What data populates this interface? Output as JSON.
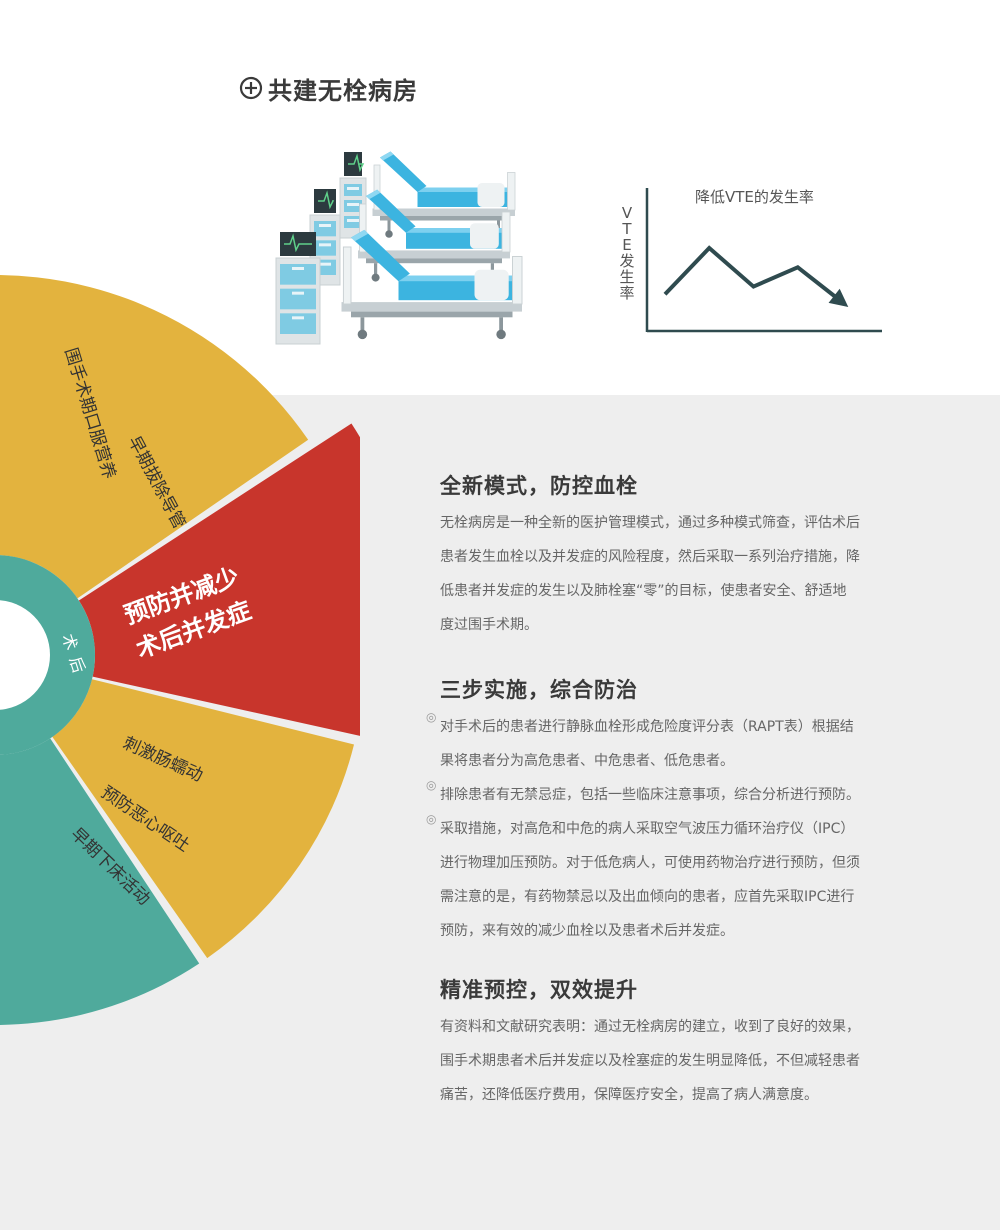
{
  "title": {
    "icon": "circle-plus-icon",
    "text": "共建无栓病房"
  },
  "illustration": {
    "icon": "hospital-beds-illustration"
  },
  "vte_chart": {
    "title": "降低VTE的发生率",
    "ylabel": "VTE发生率",
    "type": "line",
    "trend_points": [
      [
        0,
        30
      ],
      [
        1,
        90
      ],
      [
        2,
        40
      ],
      [
        3,
        65
      ],
      [
        4,
        20
      ]
    ]
  },
  "wheel": {
    "outer": [
      {
        "label": "围手术期口服营养",
        "color": "#e3b33e"
      },
      {
        "label": "早期拔除导管",
        "color": "#e3b33e"
      },
      {
        "label": "预防并减少术后并发症",
        "line1": "预防并减少",
        "line2": "术后并发症",
        "color": "#c8352c"
      },
      {
        "label": "刺激肠蠕动",
        "color": "#e3b33e"
      },
      {
        "label": "预防恶心呕吐",
        "color": "#e3b33e"
      },
      {
        "label": "早期下床活动",
        "color": "#e3b33e"
      }
    ],
    "ring_label": "术后",
    "ring_color": "#4faa9c",
    "outer_bottom_color": "#4faa9c"
  },
  "sections": [
    {
      "title": "全新模式，防控血栓",
      "lines": [
        "无栓病房是一种全新的医护管理模式，通过多种模式筛查，评估术后",
        "患者发生血栓以及并发症的风险程度，然后采取一系列治疗措施，降",
        "低患者并发症的发生以及肺栓塞“零”的目标，使患者安全、舒适地",
        "度过围手术期。"
      ]
    },
    {
      "title": "三步实施，综合防治",
      "bullet_mark": "◎",
      "bullets": [
        [
          "对手术后的患者进行静脉血栓形成危险度评分表（RAPT表）根据结",
          "果将患者分为高危患者、中危患者、低危患者。"
        ],
        [
          "排除患者有无禁忌症，包括一些临床注意事项，综合分析进行预防。"
        ],
        [
          "采取措施，对高危和中危的病人采取空气波压力循环治疗仪（IPC）",
          "进行物理加压预防。对于低危病人，可使用药物治疗进行预防，但须",
          "需注意的是，有药物禁忌以及出血倾向的患者，应首先采取IPC进行",
          "预防，来有效的减少血栓以及患者术后并发症。"
        ]
      ]
    },
    {
      "title": "精准预控，双效提升",
      "lines": [
        "有资料和文献研究表明：通过无栓病房的建立，收到了良好的效果，",
        "围手术期患者术后并发症以及栓塞症的发生明显降低，不但减轻患者",
        "痛苦，还降低医疗费用，保障医疗安全，提高了病人满意度。"
      ]
    }
  ]
}
